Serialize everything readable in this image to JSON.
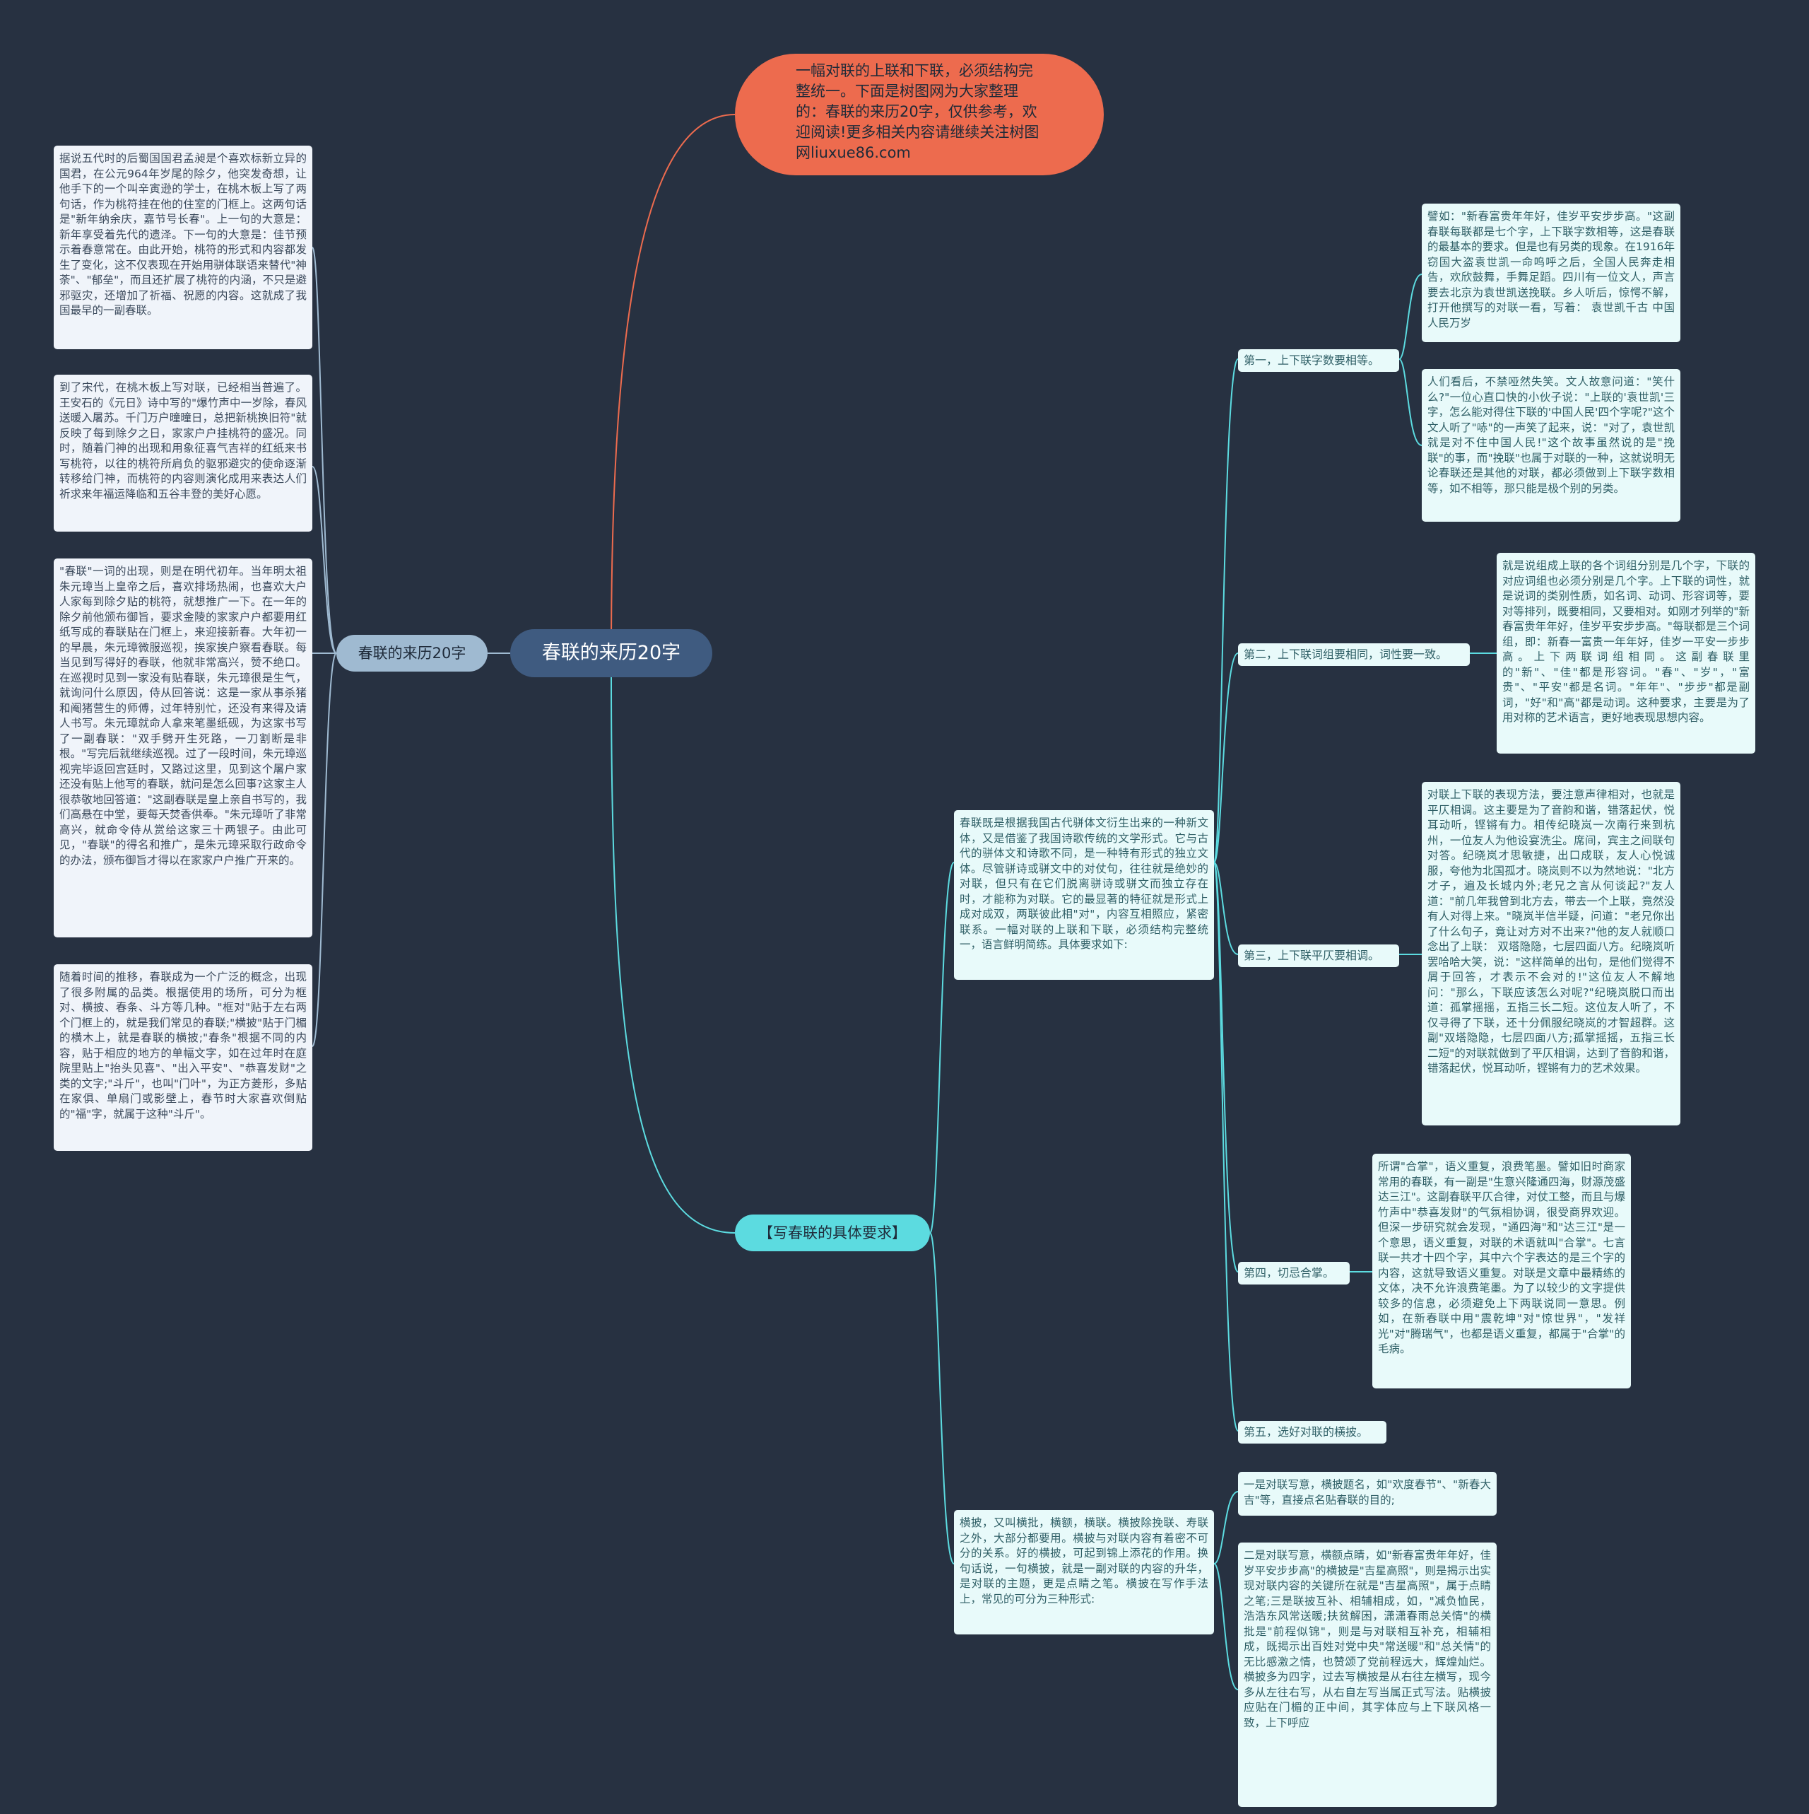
{
  "root": {
    "title": "春联的来历20字"
  },
  "intro": {
    "text": "一幅对联的上联和下联，必须结构完整统一。下面是树图网为大家整理的：春联的来历20字，仅供参考，欢迎阅读!更多相关内容请继续关注树图网liuxue86.com"
  },
  "left_branch": {
    "label": "春联的来历20字",
    "items": [
      "据说五代时的后蜀国国君孟昶是个喜欢标新立异的国君，在公元964年岁尾的除夕，他突发奇想，让他手下的一个叫辛寅逊的学士，在桃木板上写了两句话，作为桃符挂在他的住室的门框上。这两句话是\"新年纳余庆，嘉节号长春\"。上一句的大意是：新年享受着先代的遗泽。下一句的大意是：佳节预示着春意常在。由此开始，桃符的形式和内容都发生了变化，这不仅表现在开始用骈体联语来替代\"神荼\"、\"郁垒\"，而且还扩展了桃符的内涵，不只是避邪驱灾，还增加了祈福、祝愿的内容。这就成了我国最早的一副春联。",
      "到了宋代，在桃木板上写对联，已经相当普遍了。王安石的《元日》诗中写的\"爆竹声中一岁除，春风送暖入屠苏。千门万户曈曈日，总把新桃换旧符\"就反映了每到除夕之日，家家户户挂桃符的盛况。同时，随着门神的出现和用象征喜气吉祥的红纸来书写桃符，以往的桃符所肩负的驱邪避灾的使命逐渐转移给门神，而桃符的内容则演化成用来表达人们祈求来年福运降临和五谷丰登的美好心愿。",
      "\"春联\"一词的出现，则是在明代初年。当年明太祖朱元璋当上皇帝之后，喜欢排场热闹，也喜欢大户人家每到除夕贴的桃符，就想推广一下。在一年的除夕前他颁布御旨，要求金陵的家家户户都要用红纸写成的春联贴在门框上，来迎接新春。大年初一的早晨，朱元璋微服巡视，挨家挨户察看春联。每当见到写得好的春联，他就非常高兴，赞不绝口。在巡视时见到一家没有贴春联，朱元璋很是生气，就询问什么原因，侍从回答说：这是一家从事杀猪和阉猪营生的师傅，过年特别忙，还没有来得及请人书写。朱元璋就命人拿来笔墨纸砚，为这家书写了一副春联：\"双手劈开生死路，一刀割断是非根。\"写完后就继续巡视。过了一段时间，朱元璋巡视完毕返回宫廷时，又路过这里，见到这个屠户家还没有贴上他写的春联，就问是怎么回事?这家主人很恭敬地回答道：\"这副春联是皇上亲自书写的，我们高悬在中堂，要每天焚香供奉。\"朱元璋听了非常高兴，就命令侍从赏给这家三十两银子。由此可见，\"春联\"的得名和推广，是朱元璋采取行政命令的办法，颁布御旨才得以在家家户户推广开来的。",
      "随着时间的推移，春联成为一个广泛的概念，出现了很多附属的品类。根据使用的场所，可分为框对、横披、春条、斗方等几种。\"框对\"贴于左右两个门框上的，就是我们常见的春联;\"横披\"贴于门楣的横木上，就是春联的横披;\"春条\"根据不同的内容，贴于相应的地方的单幅文字，如在过年时在庭院里贴上\"抬头见喜\"、\"出入平安\"、\"恭喜发财\"之类的文字;\"斗斤\"，也叫\"门叶\"，为正方菱形，多贴在家俱、单扇门或影壁上，春节时大家喜欢倒贴的\"福\"字，就属于这种\"斗斤\"。"
    ]
  },
  "right_branch": {
    "label": "【写春联的具体要求】",
    "couplet_desc": "春联既是根据我国古代骈体文衍生出来的一种新文体，又是借鉴了我国诗歌传统的文学形式。它与古代的骈体文和诗歌不同，是一种特有形式的独立文体。尽管骈诗或骈文中的对仗句，往往就是绝妙的对联，但只有在它们脱离骈诗或骈文而独立存在时，才能称为对联。它的最显著的特征就是形式上成对成双，两联彼此相\"对\"，内容互相照应，紧密联系。一幅对联的上联和下联，必须结构完整统一，语言鲜明简练。具体要求如下:",
    "rules": [
      {
        "label": "第一，上下联字数要相等。",
        "details": [
          "譬如：\"新春富贵年年好，佳岁平安步步高。\"这副春联每联都是七个字，上下联字数相等，这是春联的最基本的要求。但是也有另类的现象。在1916年窃国大盗袁世凯一命呜呼之后，全国人民奔走相告，欢欣鼓舞，手舞足蹈。四川有一位文人，声言要去北京为袁世凯送挽联。乡人听后，惊愕不解，打开他撰写的对联一看，写着：  袁世凯千古 中国人民万岁",
          "人们看后，不禁哑然失笑。文人故意问道：\"笑什么?\"一位心直口快的小伙子说：\"上联的'袁世凯'三字，怎么能对得住下联的'中国人民'四个字呢?\"这个文人听了\"哧\"的一声笑了起来，说：\"对了，袁世凯就是对不住中国人民!\"这个故事虽然说的是\"挽联\"的事，而\"挽联\"也属于对联的一种，这就说明无论春联还是其他的对联，都必须做到上下联字数相等，如不相等，那只能是极个别的另类。"
        ]
      },
      {
        "label": "第二，上下联词组要相同，词性要一致。",
        "details": [
          "就是说组成上联的各个词组分别是几个字，下联的对应词组也必须分别是几个字。上下联的词性，就是说词的类别性质，如名词、动词、形容词等，要对等排列，既要相同，又要相对。如刚才列举的\"新春富贵年年好，佳岁平安步步高。\"每联都是三个词组，即：新春一富贵一年年好，佳岁一平安一步步高。上下两联词组相同。这副春联里的\"新\"、\"佳\"都是形容词。\"春\"、\"岁\"，\"富贵\"、\"平安\"都是名词。\"年年\"、\"步步\"都是副词，\"好\"和\"高\"都是动词。这种要求，主要是为了用对称的艺术语言，更好地表现思想内容。"
        ]
      },
      {
        "label": "第三，上下联平仄要相调。",
        "details": [
          "对联上下联的表现方法，要注意声律相对，也就是平仄相调。这主要是为了音韵和谐，错落起伏，悦耳动听，铿锵有力。相传纪晓岚一次南行来到杭州，一位友人为他设宴洗尘。席间，宾主之间联句对答。纪晓岚才思敏捷，出口成联，友人心悦诚服，夸他为北国孤才。晓岚则不以为然地说：\"北方才子，遍及长城内外;老兄之言从何谈起?\"友人道：\"前几年我曾到北方去，带去一个上联，竟然没有人对得上来。\"晓岚半信半疑，问道：\"老兄你出了什么句子，竟让对方对不出来?\"他的友人就顺口念出了上联：  双塔隐隐，七层四面八方。纪晓岚听罢哈哈大笑，说：\"这样简单的出句，是他们觉得不屑于回答，才表示不会对的!\"这位友人不解地问：\"那么，下联应该怎么对呢?\"纪晓岚脱口而出道：孤掌摇摇，五指三长二短。这位友人听了，不仅寻得了下联，还十分佩服纪晓岚的才智超群。这副\"双塔隐隐，七层四面八方;孤掌摇摇，五指三长二短\"的对联就做到了平仄相调，达到了音韵和谐，错落起伏，悦耳动听，铿锵有力的艺术效果。"
        ]
      },
      {
        "label": "第四，切忌合掌。",
        "details": [
          "所谓\"合掌\"，语义重复，浪费笔墨。譬如旧时商家常用的春联，有一副是\"生意兴隆通四海，财源茂盛达三江\"。这副春联平仄合律，对仗工整，而且与爆竹声中\"恭喜发财\"的气氛相协调，很受商界欢迎。但深一步研究就会发现，\"通四海\"和\"达三江\"是一个意思，语义重复，对联的术语就叫\"合掌\"。七言联一共才十四个字，其中六个字表达的是三个字的内容，这就导致语义重复。对联是文章中最精练的文体，决不允许浪费笔墨。为了以较少的文字提供较多的信息，必须避免上下两联说同一意思。例如，在新春联中用\"震乾坤\"对\"惊世界\"，\"发祥光\"对\"腾瑞气\"，也都是语义重复，都属于\"合掌\"的毛病。"
        ]
      },
      {
        "label": "第五，选好对联的横披。",
        "details": []
      }
    ],
    "hengpi_desc": "横披，又叫横批，横额，横联。横披除挽联、寿联之外，大部分都要用。横披与对联内容有着密不可分的关系。好的横披，可起到锦上添花的作用。换句话说，一句横披，就是一副对联的内容的升华，是对联的主题，更是点睛之笔。横披在写作手法上，常见的可分为三种形式:",
    "hengpi_types": [
      "一是对联写意，横披题名，如\"欢度春节\"、\"新春大吉\"等，直接点名贴春联的目的;",
      "二是对联写意，横额点睛，如\"新春富贵年年好，佳岁平安步步高\"的横披是\"吉星高照\"，则是揭示出实现对联内容的关键所在就是\"吉星高照\"，属于点睛之笔;三是联披互补、相辅相成，如，\"减负恤民，浩浩东风常送暖;扶贫解困，潇潇春雨总关情\"的横批是\"前程似锦\"，则是与对联相互补充，相辅相成，既揭示出百姓对党中央\"常送暖\"和\"总关情\"的无比感激之情，也赞颂了党前程远大，辉煌灿烂。横披多为四字，过去写横披是从右往左横写，现今多从左往右写，从右自左写当属正式写法。贴横披应贴在门楣的正中间，其字体应与上下联风格一致，上下呼应"
    ]
  },
  "colors": {
    "background": "#273141",
    "root": "#3f5b80",
    "intro": "#ed6b4e",
    "left_branch": "#9fbad1",
    "right_branch": "#5cdbe0",
    "link_left": "#9fbad1",
    "link_right": "#5cdbe0",
    "link_intro": "#ed6b4e"
  }
}
